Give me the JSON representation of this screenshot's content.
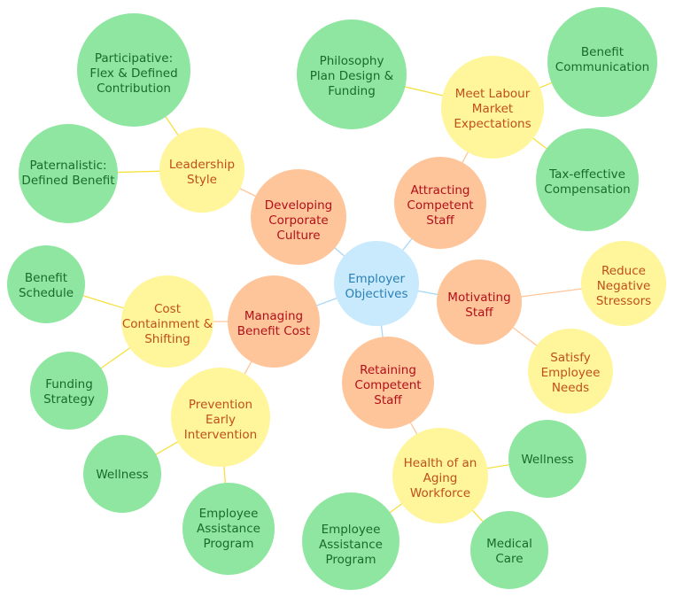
{
  "nodes": {
    "center": [
      "Employer",
      "Objectives"
    ],
    "culture": [
      "Developing",
      "Corporate",
      "Culture"
    ],
    "attract": [
      "Attracting",
      "Competent",
      "Staff"
    ],
    "motivate": [
      "Motivating",
      "Staff"
    ],
    "retain": [
      "Retaining",
      "Competent",
      "Staff"
    ],
    "managing": [
      "Managing",
      "Benefit Cost"
    ],
    "leadership": [
      "Leadership",
      "Style"
    ],
    "labour": [
      "Meet Labour",
      "Market",
      "Expectations"
    ],
    "stressors": [
      "Reduce",
      "Negative",
      "Stressors"
    ],
    "satisfy": [
      "Satisfy",
      "Employee",
      "Needs"
    ],
    "aging": [
      "Health of an",
      "Aging",
      "Workforce"
    ],
    "prevention": [
      "Prevention",
      "Early",
      "Intervention"
    ],
    "cost": [
      "Cost",
      "Containment &",
      "Shifting"
    ],
    "participative": [
      "Participative:",
      "Flex & Defined",
      "Contribution"
    ],
    "paternalistic": [
      "Paternalistic:",
      "Defined Benefit"
    ],
    "philosophy": [
      "Philosophy",
      "Plan Design &",
      "Funding"
    ],
    "benefit_comm": [
      "Benefit",
      "Communication"
    ],
    "tax": [
      "Tax-effective",
      "Compensation"
    ],
    "schedule": [
      "Benefit",
      "Schedule"
    ],
    "funding": [
      "Funding",
      "Strategy"
    ],
    "wellness_left": [
      "Wellness"
    ],
    "eap_left": [
      "Employee",
      "Assistance",
      "Program"
    ],
    "eap_bottom": [
      "Employee",
      "Assistance",
      "Program"
    ],
    "wellness_right": [
      "Wellness"
    ],
    "medical": [
      "Medical",
      "Care"
    ]
  },
  "colors": {
    "center": "#c8eafc",
    "primary": "#ffc59a",
    "secondary": "#fff59a",
    "leaf": "#8ee6a0"
  }
}
